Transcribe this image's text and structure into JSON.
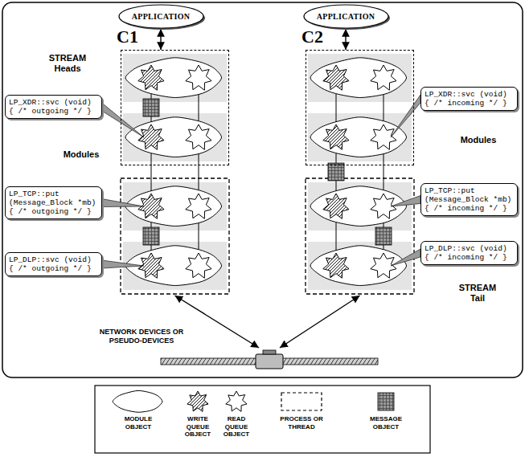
{
  "diagram": {
    "nodes": [
      {
        "text": [
          "APPLICATION"
        ]
      },
      {
        "text": [
          "APPLICATION"
        ]
      },
      {
        "text": [
          "C1"
        ]
      },
      {
        "text": [
          "C2"
        ]
      },
      {
        "text": [
          "LP_XDR::svc (void) { /* outgoing */ }"
        ]
      },
      {
        "text": [
          "LP_XDR::svc (void) { /* incoming */ }"
        ]
      },
      {
        "text": [
          "LP_TCP::put (Message_Block *mb) { /* outgoing */ }"
        ]
      },
      {
        "text": [
          "LP_TCP::put (Message_Block *mb) { /* incoming */ }"
        ]
      },
      {
        "text": [
          "LP_DLP::svc (void) { /* outgoing */ }"
        ]
      },
      {
        "text": [
          "LP_DLP::svc (void) { /* incoming */ }"
        ]
      }
    ],
    "edges": [
      {
        "from": 0,
        "to": 2,
        "arrow": "both"
      },
      {
        "from": 1,
        "to": 3,
        "arrow": "both"
      }
    ],
    "labels": [
      "STREAM Heads",
      "Modules",
      "Modules",
      "STREAM Tail",
      "NETWORK DEVICES OR PSEUDO-DEVICES"
    ],
    "legend": [
      {
        "text": "MODULE OBJECT"
      },
      {
        "text": "WRITE QUEUE OBJECT"
      },
      {
        "text": "READ QUEUE OBJECT"
      },
      {
        "text": "PROCESS OR THREAD"
      },
      {
        "text": "MESSAGE OBJECT"
      }
    ]
  }
}
